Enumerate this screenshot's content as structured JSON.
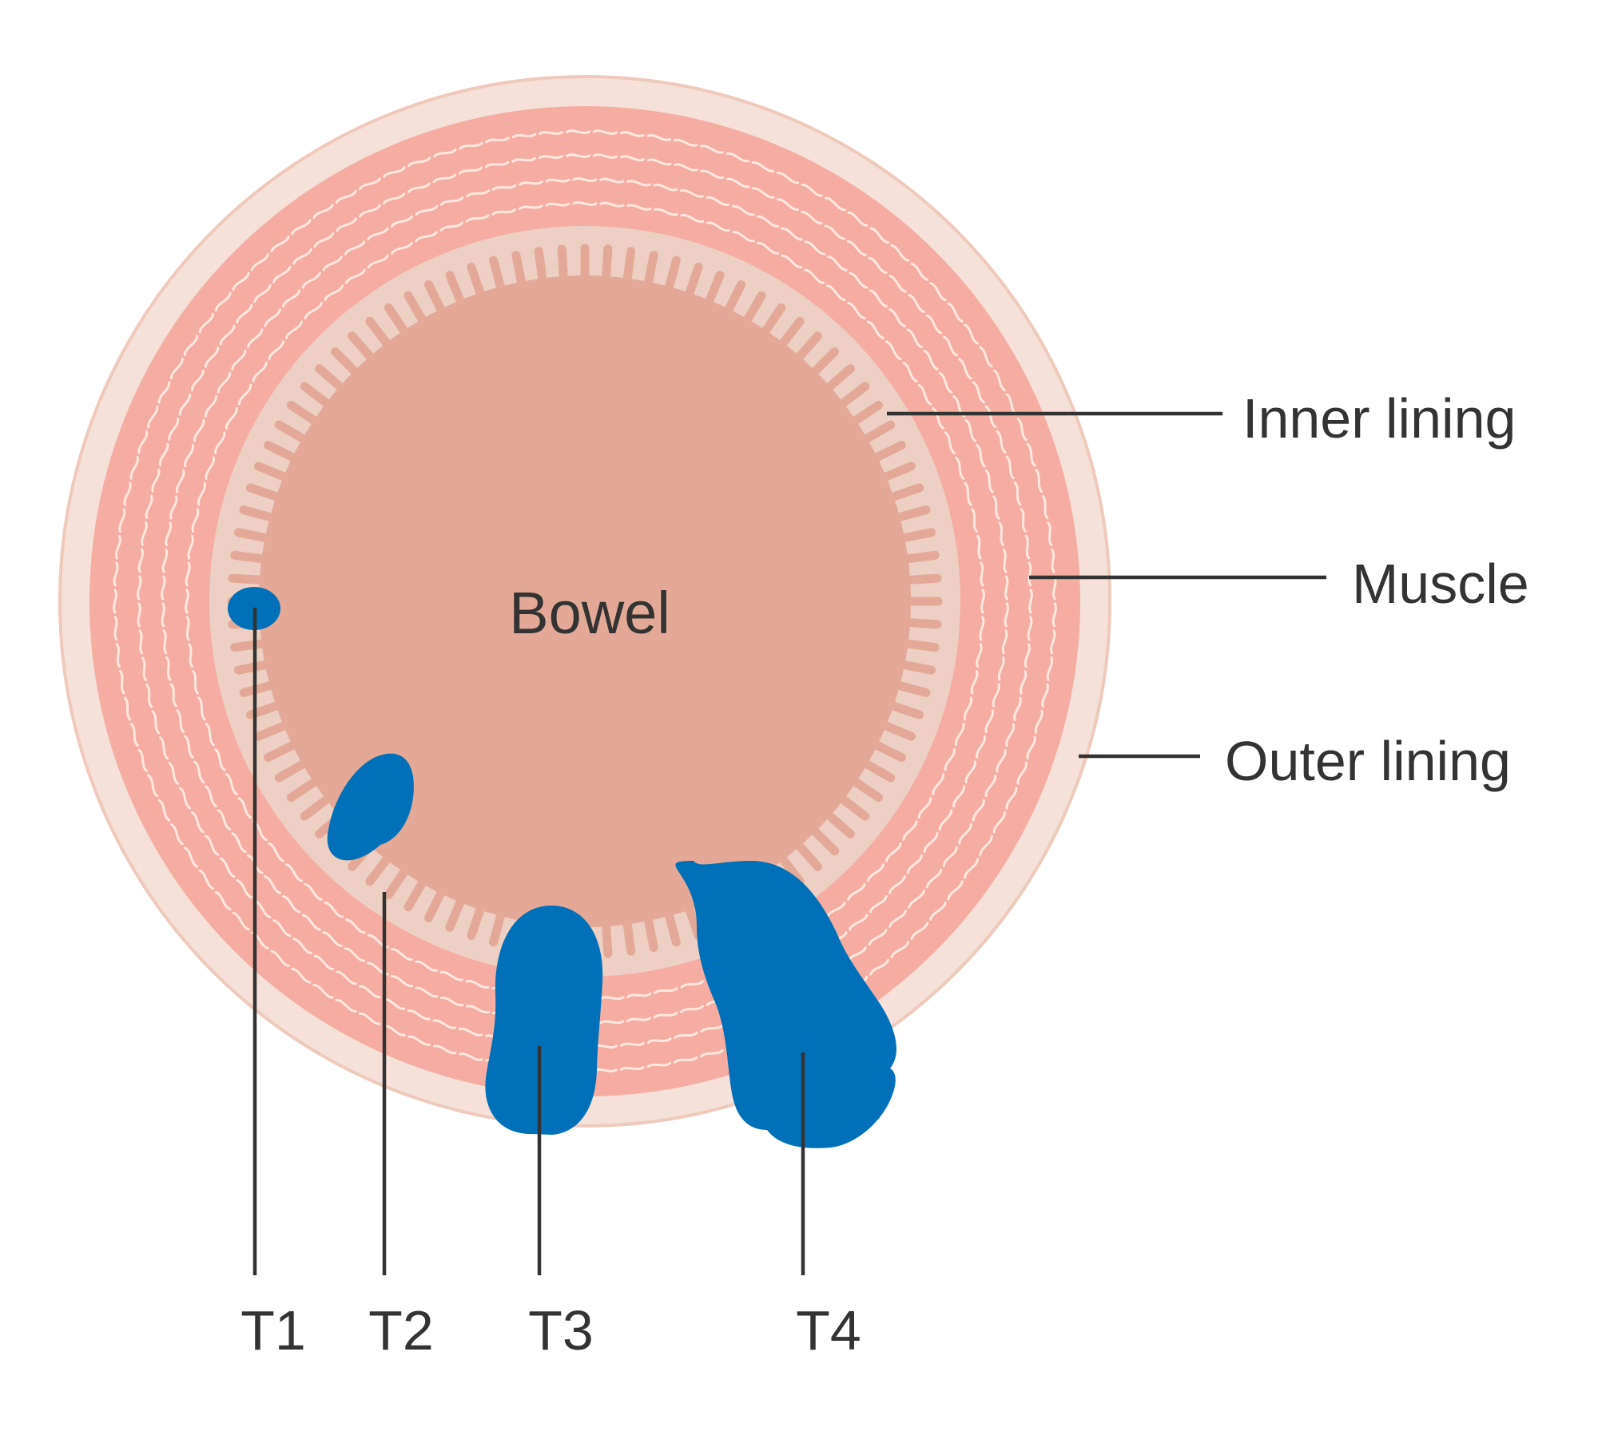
{
  "diagram": {
    "center_label": "Bowel",
    "layer_labels": {
      "inner": "Inner lining",
      "muscle": "Muscle",
      "outer": "Outer lining"
    },
    "stages": [
      {
        "id": "t1",
        "label": "T1"
      },
      {
        "id": "t2",
        "label": "T2"
      },
      {
        "id": "t3",
        "label": "T3"
      },
      {
        "id": "t4",
        "label": "T4"
      }
    ]
  },
  "colors": {
    "outer_lining": "#f5e0da",
    "outer_lining_edge": "#efc9bb",
    "muscle": "#f4ada0",
    "muscle_fibers": "#fde8de",
    "inner_lining": "#eecfc3",
    "bowel": "#e3a996",
    "villi": "#e3a996",
    "tumour": "#0070b8",
    "text": "#333333"
  }
}
